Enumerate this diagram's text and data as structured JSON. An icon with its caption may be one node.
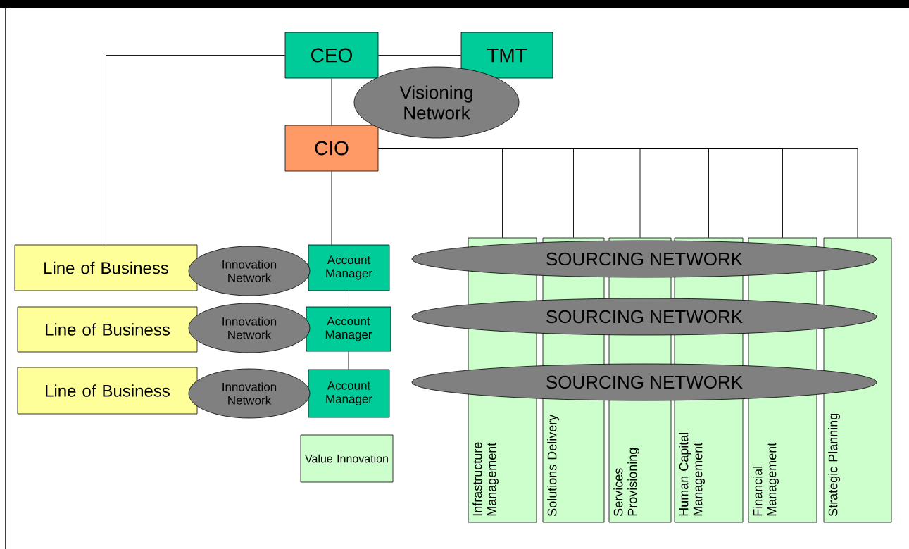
{
  "diagram": {
    "nodes": [
      {
        "text": [
          "CEO"
        ]
      },
      {
        "text": [
          "TMT"
        ]
      },
      {
        "text": [
          "Visioning Network"
        ]
      },
      {
        "text": [
          "CIO"
        ]
      },
      {
        "text": [
          "Line of Business"
        ]
      },
      {
        "text": [
          "Innovation Network"
        ]
      },
      {
        "text": [
          "Account Manager"
        ]
      },
      {
        "text": [
          "SOURCING NETWORK"
        ]
      },
      {
        "text": [
          "Line of Business"
        ]
      },
      {
        "text": [
          "Innovation Network"
        ]
      },
      {
        "text": [
          "Account Manager"
        ]
      },
      {
        "text": [
          "SOURCING NETWORK"
        ]
      },
      {
        "text": [
          "Line of Business"
        ]
      },
      {
        "text": [
          "Innovation Network"
        ]
      },
      {
        "text": [
          "Account Manager"
        ]
      },
      {
        "text": [
          "SOURCING NETWORK"
        ]
      },
      {
        "text": [
          "Value Innovation"
        ]
      },
      {
        "text": [
          "Infrastructure Management"
        ]
      },
      {
        "text": [
          "Solutions Delivery"
        ]
      },
      {
        "text": [
          "Services Provisioning"
        ]
      },
      {
        "text": [
          "Human Capital Management"
        ]
      },
      {
        "text": [
          "Financial Management"
        ]
      },
      {
        "text": [
          "Strategic Planning"
        ]
      }
    ],
    "edges": [
      {
        "from": 0,
        "to": 1,
        "arrow": "none"
      },
      {
        "from": 0,
        "to": 3,
        "arrow": "none"
      },
      {
        "from": 0,
        "to": 4,
        "arrow": "none"
      },
      {
        "from": 3,
        "to": 6,
        "arrow": "none"
      },
      {
        "from": 6,
        "to": 10,
        "arrow": "none"
      },
      {
        "from": 10,
        "to": 14,
        "arrow": "none"
      },
      {
        "from": 3,
        "to": 17,
        "arrow": "none"
      },
      {
        "from": 3,
        "to": 18,
        "arrow": "none"
      },
      {
        "from": 3,
        "to": 19,
        "arrow": "none"
      },
      {
        "from": 3,
        "to": 20,
        "arrow": "none"
      },
      {
        "from": 3,
        "to": 21,
        "arrow": "none"
      },
      {
        "from": 3,
        "to": 22,
        "arrow": "none"
      }
    ]
  }
}
